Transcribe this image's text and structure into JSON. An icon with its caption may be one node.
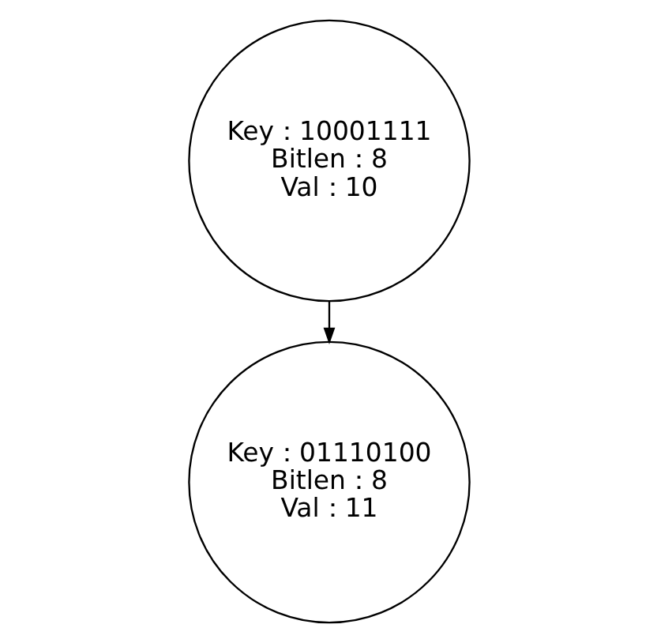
{
  "diagram": {
    "nodes": [
      {
        "text": [
          "Key：10001111",
          "Bitlen：8",
          "Val：10"
        ]
      },
      {
        "text": [
          "Key：01110100",
          "Bitlen：8",
          "Val：11"
        ]
      }
    ],
    "edges": [
      {
        "from": 0,
        "to": 1,
        "arrow": "to"
      }
    ]
  }
}
